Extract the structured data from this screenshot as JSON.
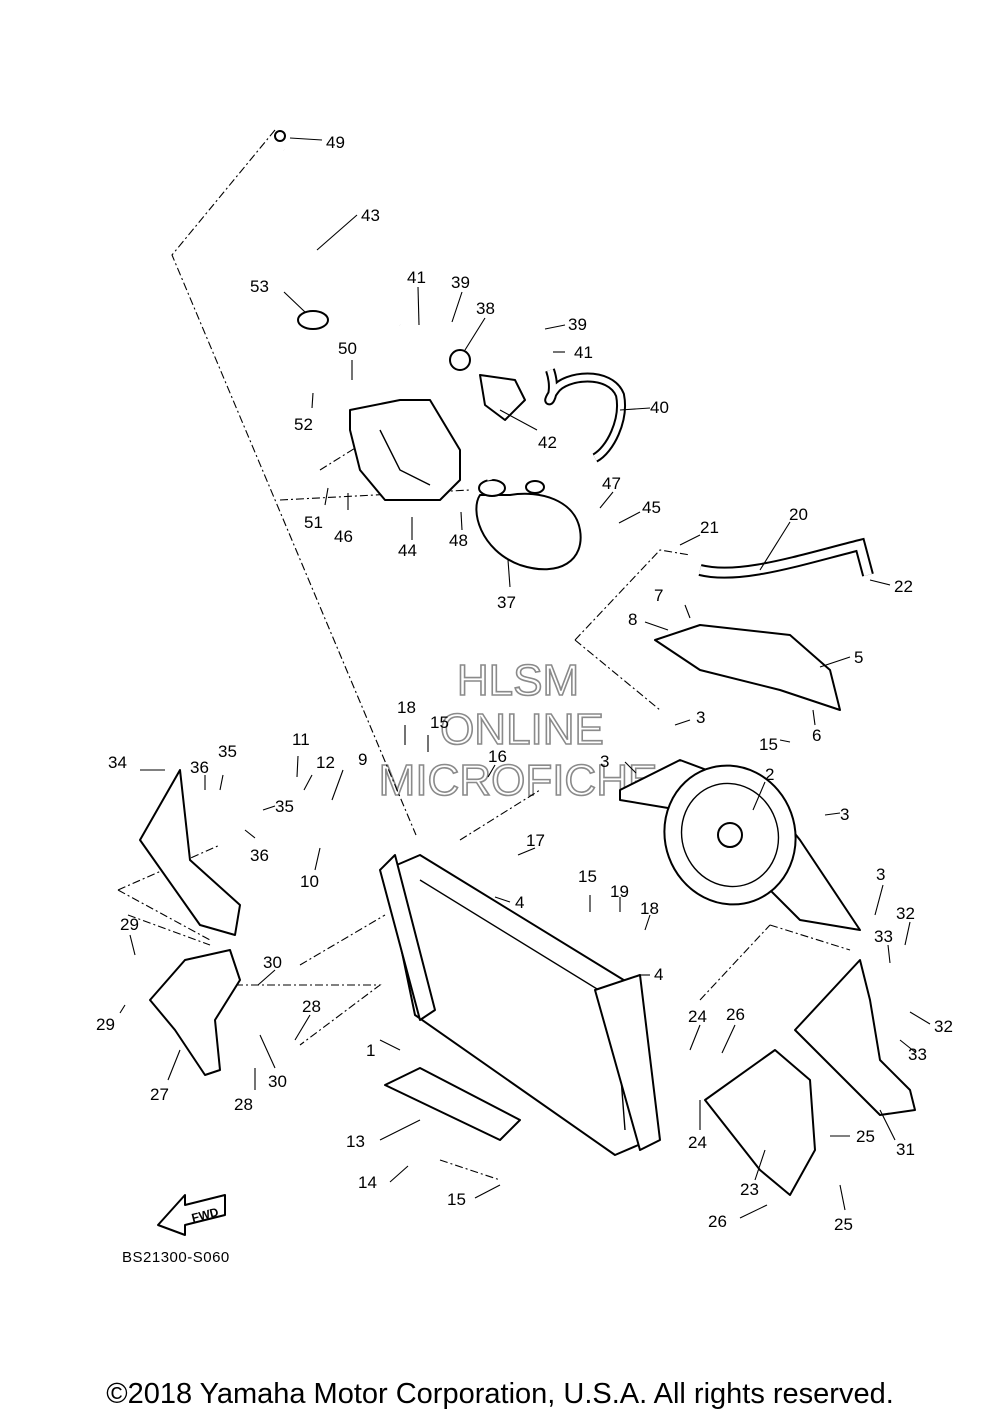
{
  "diagram": {
    "code": "BS21300-S060",
    "copyright": "©2018 Yamaha Motor Corporation, U.S.A. All rights reserved.",
    "fwd_label": "FWD",
    "watermark": [
      "HLSM",
      "ONLINE",
      "MICROFICHE"
    ]
  },
  "callouts": [
    "49",
    "43",
    "53",
    "41",
    "39",
    "38",
    "39",
    "41",
    "40",
    "50",
    "52",
    "42",
    "51",
    "46",
    "44",
    "48",
    "47",
    "45",
    "37",
    "21",
    "20",
    "22",
    "7",
    "8",
    "5",
    "18",
    "15",
    "16",
    "3",
    "15",
    "6",
    "11",
    "12",
    "9",
    "34",
    "36",
    "35",
    "35",
    "36",
    "3",
    "2",
    "3",
    "10",
    "17",
    "4",
    "15",
    "19",
    "18",
    "3",
    "32",
    "33",
    "29",
    "30",
    "28",
    "29",
    "30",
    "28",
    "27",
    "1",
    "24",
    "26",
    "25",
    "24",
    "33",
    "32",
    "31",
    "13",
    "14",
    "15",
    "23",
    "26",
    "25",
    "4"
  ]
}
